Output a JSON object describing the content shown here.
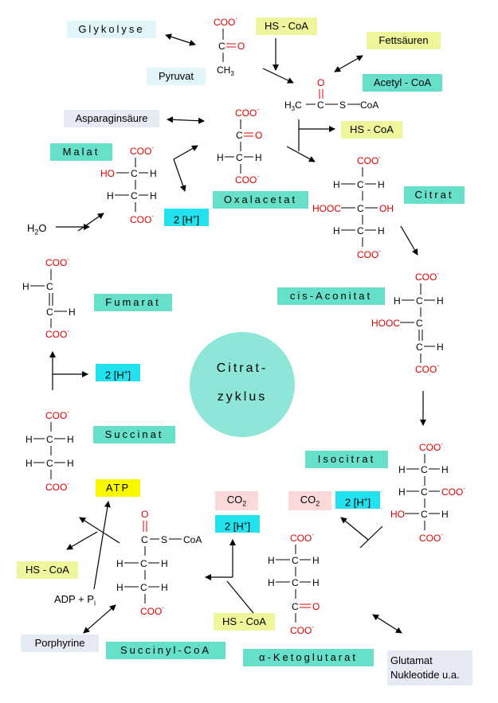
{
  "center": {
    "line1": "Citrat-",
    "line2": "zyklus",
    "color": "#8ee6d8"
  },
  "labels": {
    "glykolyse": "Glykolyse",
    "pyruvat": "Pyruvat",
    "hs_coa_top": "HS - CoA",
    "fettsaeuren": "Fettsäuren",
    "acetyl_coa": "Acetyl - CoA",
    "hs_coa_right": "HS - CoA",
    "asparaginsaeure": "Asparaginsäure",
    "malat": "Malat",
    "oxalacetat": "Oxalacetat",
    "citrat": "Citrat",
    "two_h_malat": "2 [H+]",
    "h2o": "H2O",
    "fumarat": "Fumarat",
    "cis_aconitat": "cis-Aconitat",
    "two_h_fumarat": "2 [H+]",
    "succinat": "Succinat",
    "isocitrat": "Isocitrat",
    "atp": "ATP",
    "co2_mid": "CO2",
    "two_h_mid": "2 [H+]",
    "co2_right": "CO2",
    "two_h_right": "2 [H+]",
    "hs_coa_left": "HS - CoA",
    "adp": "ADP + Pi",
    "hs_coa_bottom": "HS - CoA",
    "porphyrine": "Porphyrine",
    "succinyl_coa": "Succinyl-CoA",
    "ketoglutarat": "α-Ketoglutarat",
    "glutamat": "Glutamat",
    "nukleotide": "Nukleotide u.a."
  },
  "colors": {
    "turquoise": "#66e0c8",
    "yellowgreen": "#eef59a",
    "lightblue": "#e0f4fa",
    "grey": "#e6eaf4",
    "pink": "#fbd9d9",
    "cyan": "#22e2f0",
    "yellow": "#f8f800",
    "formula_red": "#e00000"
  }
}
